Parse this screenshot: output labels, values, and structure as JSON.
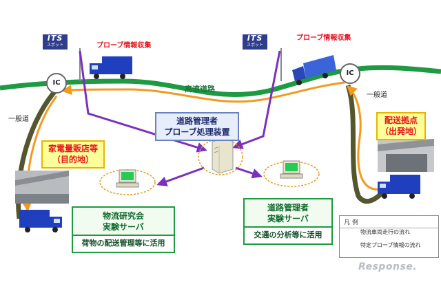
{
  "its": {
    "title": "ITS",
    "subtitle": "スポット"
  },
  "probe_collect_left": "プローブ情報収集",
  "probe_collect_right": "プローブ情報収集",
  "ic_label": "IC",
  "highway_label": "高速道路",
  "general_road_left": "一般道",
  "general_road_right": "一般道",
  "road_admin_center": [
    "道路管理者",
    "プローブ処理装置"
  ],
  "destination": [
    "家電量販店等",
    "（目的地）"
  ],
  "origin": [
    "配送拠点",
    "（出発地）"
  ],
  "logistics_server": {
    "title": [
      "物流研究会",
      "実験サーバ"
    ],
    "usage": "荷物の配送管理等に活用"
  },
  "admin_server": {
    "title": [
      "道路管理者",
      "実験サーバ"
    ],
    "usage": "交通の分析等に活用"
  },
  "legend": {
    "title": "凡 例",
    "items": [
      "物流車両走行の流れ",
      "特定プローブ情報の流れ"
    ]
  },
  "watermark": "Response.",
  "colors": {
    "highway_green": "#1e9a43",
    "vehicle_flow_orange": "#f39a1e",
    "probe_flow_purple": "#7b2fbd",
    "truck_blue": "#1f3fbf",
    "road_dark": "#55552e"
  }
}
